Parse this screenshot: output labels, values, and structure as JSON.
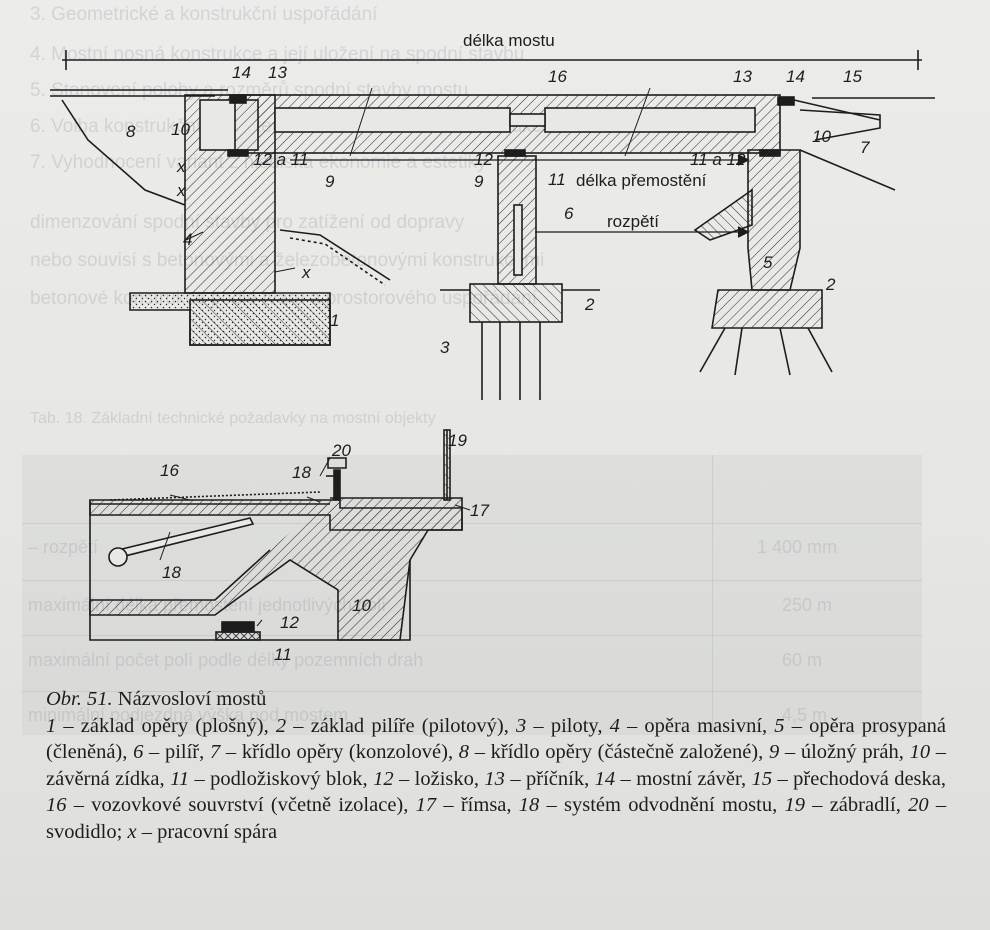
{
  "figure": {
    "caption_prefix": "Obr. 51.",
    "caption_title": "Názvosloví mostů",
    "top_labels": {
      "bridge_length": "délka mostu",
      "crossing_length": "délka přemostění",
      "span": "rozpětí",
      "n14a": "14",
      "n13a": "13",
      "n16": "16",
      "n13b": "13",
      "n14b": "14",
      "n15": "15",
      "n8": "8",
      "n10a": "10",
      "n10b": "10",
      "n7": "7",
      "n12a11": "12 a 11",
      "n12": "12",
      "n11a12": "11 a 12",
      "x1": "x",
      "x2": "x",
      "x3": "x",
      "n9a": "9",
      "n9b": "9",
      "n11": "11",
      "n4": "4",
      "n6": "6",
      "n5": "5",
      "n1": "1",
      "n2a": "2",
      "n2b": "2",
      "n3": "3"
    },
    "bottom_labels": {
      "n19": "19",
      "n20": "20",
      "n16": "16",
      "n18a": "18",
      "n17": "17",
      "n18b": "18",
      "n10": "10",
      "n12": "12",
      "n11": "11"
    }
  },
  "legend": [
    {
      "num": "1",
      "text": "základ opěry (plošný)"
    },
    {
      "num": "2",
      "text": "základ pilíře (pilotový)"
    },
    {
      "num": "3",
      "text": "piloty"
    },
    {
      "num": "4",
      "text": "opěra masivní"
    },
    {
      "num": "5",
      "text": "opěra prosypaná (členěná)"
    },
    {
      "num": "6",
      "text": "pilíř"
    },
    {
      "num": "7",
      "text": "křídlo opěry (konzolové)"
    },
    {
      "num": "8",
      "text": "křídlo opěry (částečně založené)"
    },
    {
      "num": "9",
      "text": "úložný práh"
    },
    {
      "num": "10",
      "text": "závěrná zídka"
    },
    {
      "num": "11",
      "text": "podložiskový blok"
    },
    {
      "num": "12",
      "text": "ložisko"
    },
    {
      "num": "13",
      "text": "příčník"
    },
    {
      "num": "14",
      "text": "mostní závěr"
    },
    {
      "num": "15",
      "text": "přechodová deska"
    },
    {
      "num": "16",
      "text": "vozovkové souvrství (včetně izolace)"
    },
    {
      "num": "17",
      "text": "římsa"
    },
    {
      "num": "18",
      "text": "systém odvodnění mostu"
    },
    {
      "num": "19",
      "text": "zábradlí"
    },
    {
      "num": "20",
      "text": "svodidlo"
    },
    {
      "num": "x",
      "text": "pracovní spára"
    }
  ],
  "bleed_through": {
    "lines": [
      "3. Geometrické a konstrukční uspořádání",
      "4. Mostní nosná konstrukce a její uložení na spodní stavbu",
      "5. Stanovení polohy a rozměrů spodní stavby mostu",
      "6. Volba konstrukčního systému a materiálu nosné konstrukce",
      "7. Vyhodnocení variant z hlediska ekonomie a estetiky",
      "dimenzování spodní stavby pro zatížení od dopravy",
      "nebo souvisí s betonovými a železobetonovými konstrukcemi",
      "betonové konstrukce podle tvaru a prostorového uspořádání"
    ],
    "table_caption": "Tab. 18. Základní technické požadavky na mostní objekty",
    "table_cells": [
      "– rozpětí",
      "1 400 mm",
      "maximální délka přemostění jednotlivých polí",
      "250 m",
      "maximální počet polí podle délky pozemních drah",
      "60 m",
      "minimální podjezdná výška pod mostem",
      "4,5 m"
    ]
  },
  "colors": {
    "ink": "#1d1d1d",
    "paper": "#e6e6e2",
    "hatch": "#2a2a2a"
  }
}
